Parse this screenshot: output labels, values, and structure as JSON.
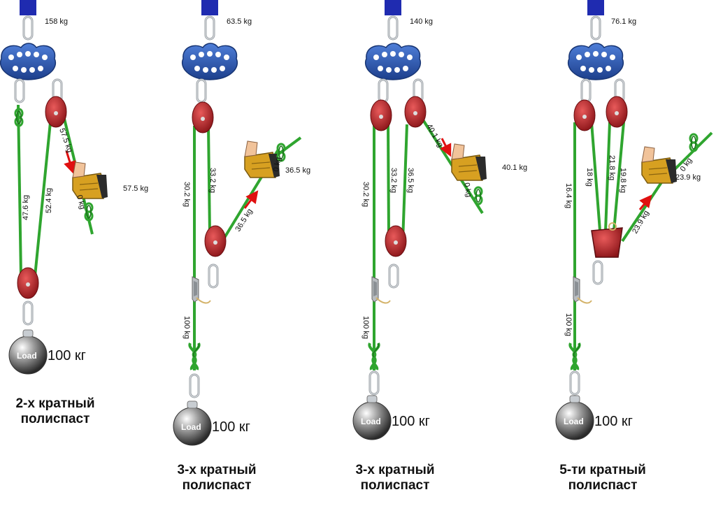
{
  "colors": {
    "rope": "#2fa52f",
    "rope_dark": "#1a6e1a",
    "pulley": "#c0282d",
    "plate": "#2a58b5",
    "anchor": "#1f2bb0",
    "arrow": "#e01010",
    "glove": "#d7a021"
  },
  "systems": [
    {
      "anchor_label": "158 kg",
      "rope_labels": [
        "47.6 kg",
        "52.4 kg",
        "57.5 kg"
      ],
      "hand_label": "57.5 kg",
      "tail_label": "0 kg",
      "load_text": "Load",
      "mass_label": "100 кг",
      "caption": [
        "2-х кратный",
        "полиспаст"
      ]
    },
    {
      "anchor_label": "63.5 kg",
      "rope_labels": [
        "30.2 kg",
        "33.2 kg",
        "36.5 kg",
        "100 kg"
      ],
      "hand_label": "36.5 kg",
      "tail_label": "0 kg",
      "load_text": "Load",
      "mass_label": "100 кг",
      "caption": [
        "3-х кратный",
        "полиспаст"
      ]
    },
    {
      "anchor_label": "140 kg",
      "rope_labels": [
        "30.2 kg",
        "33.2 kg",
        "36.5 kg",
        "40.1 kg",
        "100 kg"
      ],
      "hand_label": "40.1 kg",
      "tail_label": "0 kg",
      "load_text": "Load",
      "mass_label": "100 кг",
      "caption": [
        "3-х кратный",
        "полиспаст"
      ]
    },
    {
      "anchor_label": "76.1 kg",
      "rope_labels": [
        "16.4 kg",
        "18 kg",
        "21.8 kg",
        "19.8 kg",
        "23.9 kg",
        "100 kg"
      ],
      "hand_label": "23.9 kg",
      "tail_label": "0 kg",
      "load_text": "Load",
      "mass_label": "100 кг",
      "caption": [
        "5-ти кратный",
        "полиспаст"
      ]
    }
  ]
}
